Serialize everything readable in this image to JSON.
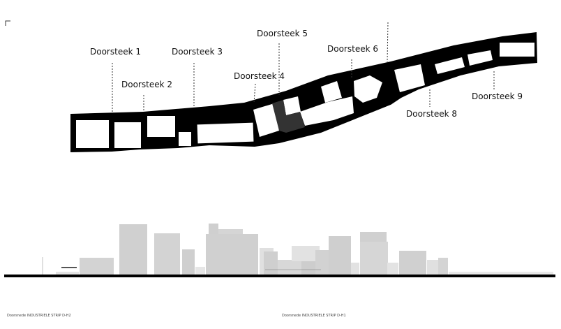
{
  "doorsteken": [
    {
      "label": "Doorsteek 1"
    },
    {
      "label": "Doorsteek 2"
    },
    {
      "label": "Doorsteek 3"
    },
    {
      "label": "Doorsteek 4"
    },
    {
      "label": "Doorsteek 5"
    },
    {
      "label": "Doorsteek 6"
    },
    {
      "label": "Doorsteek 8"
    },
    {
      "label": "Doorsteek 9"
    }
  ],
  "captions": {
    "left": "Doorsnede INDUSTRIELE STRIP D-H2",
    "right": "Doorsnede INDUSTRIELE STRIP D-H1"
  },
  "colors": {
    "plan_fill": "#000000",
    "section_block": "#d0d0d0",
    "section_block_dark": "#bfbfbf",
    "ground": "#000000"
  }
}
